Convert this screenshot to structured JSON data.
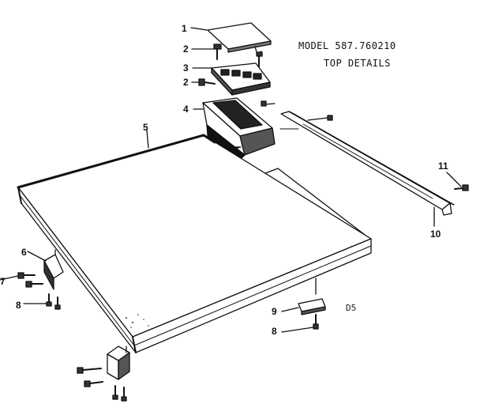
{
  "header": {
    "model": "MODEL 587.760210",
    "subtitle": "TOP DETAILS"
  },
  "callouts": [
    "1",
    "2",
    "3",
    "2",
    "4",
    "5",
    "6",
    "7",
    "8",
    "9",
    "8",
    "10",
    "11"
  ],
  "diagram_code": "D5",
  "colors": {
    "ink": "#111111",
    "paper": "#ffffff"
  }
}
